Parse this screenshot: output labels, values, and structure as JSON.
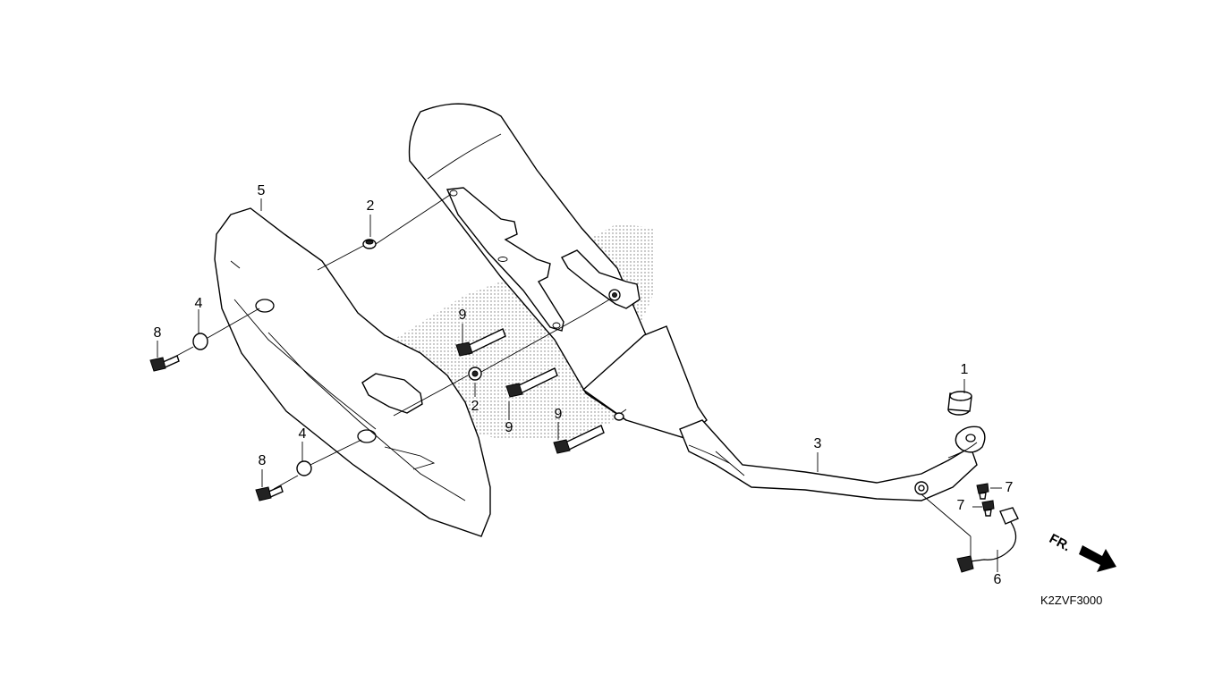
{
  "diagram": {
    "code": "K2ZVF3000",
    "direction_label": "FR.",
    "callouts": [
      {
        "id": "c1",
        "text": "1"
      },
      {
        "id": "c2a",
        "text": "2"
      },
      {
        "id": "c2b",
        "text": "2"
      },
      {
        "id": "c3",
        "text": "3"
      },
      {
        "id": "c4a",
        "text": "4"
      },
      {
        "id": "c4b",
        "text": "4"
      },
      {
        "id": "c5",
        "text": "5"
      },
      {
        "id": "c6",
        "text": "6"
      },
      {
        "id": "c7a",
        "text": "7"
      },
      {
        "id": "c7b",
        "text": "7"
      },
      {
        "id": "c8a",
        "text": "8"
      },
      {
        "id": "c8b",
        "text": "8"
      },
      {
        "id": "c9a",
        "text": "9"
      },
      {
        "id": "c9b",
        "text": "9"
      },
      {
        "id": "c9c",
        "text": "9"
      }
    ]
  }
}
